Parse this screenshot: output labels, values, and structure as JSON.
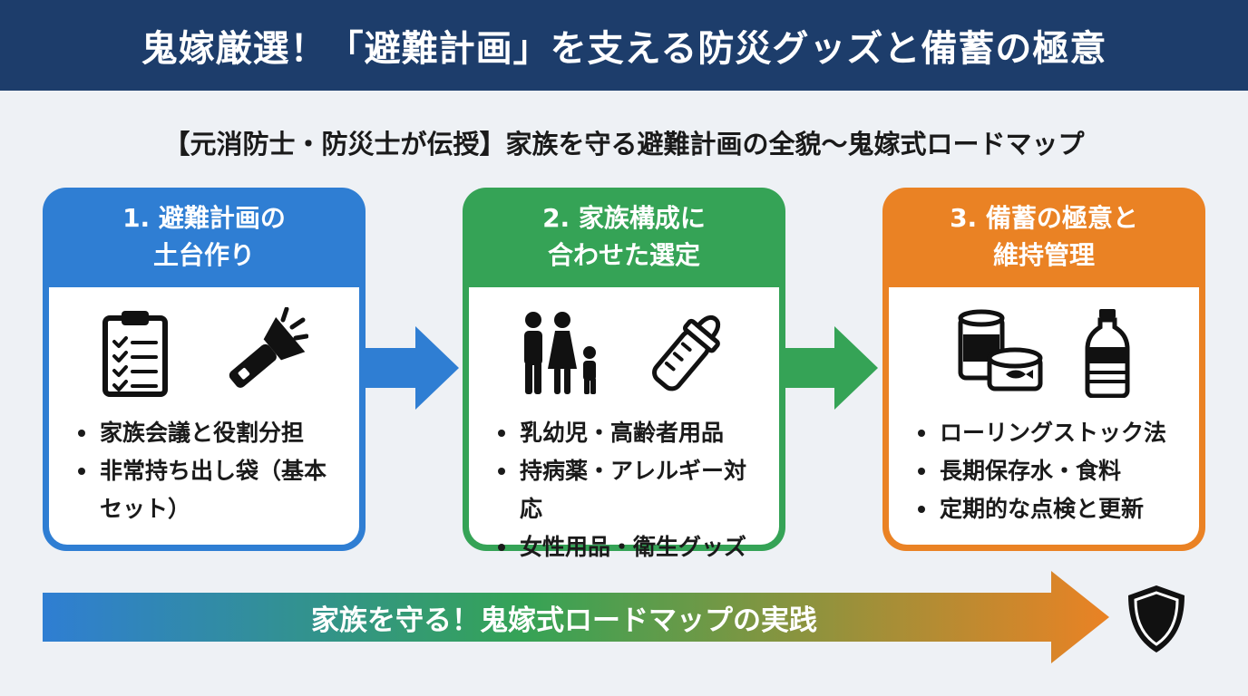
{
  "header": {
    "title": "鬼嫁厳選！「避難計画」を支える防災グッズと備蓄の極意"
  },
  "subtitle": "【元消防士・防災士が伝授】家族を守る避難計画の全貌〜鬼嫁式ロードマップ",
  "colors": {
    "blue": "#2f7ed3",
    "green": "#35a356",
    "orange": "#ea8224",
    "header": "#1d3d6b"
  },
  "steps": [
    {
      "title_line1": "1. 避難計画の",
      "title_line2": "土台作り",
      "icons": [
        "clipboard-checklist-icon",
        "flashlight-icon"
      ],
      "bullets": [
        "家族会議と役割分担",
        "非常持ち出し袋（基本",
        "セット）"
      ]
    },
    {
      "title_line1": "2. 家族構成に",
      "title_line2": "合わせた選定",
      "icons": [
        "family-icon",
        "baby-bottle-icon"
      ],
      "bullets": [
        "乳幼児・高齢者用品",
        "持病薬・アレルギー対応",
        "女性用品・衛生グッズ"
      ]
    },
    {
      "title_line1": "3. 備蓄の極意と",
      "title_line2": "維持管理",
      "icons": [
        "canned-food-icon",
        "water-bottle-icon"
      ],
      "bullets": [
        "ローリングストック法",
        "長期保存水・食料",
        "定期的な点検と更新"
      ]
    }
  ],
  "banner": {
    "text": "家族を守る！鬼嫁式ロードマップの実践",
    "icon": "shield-icon"
  }
}
